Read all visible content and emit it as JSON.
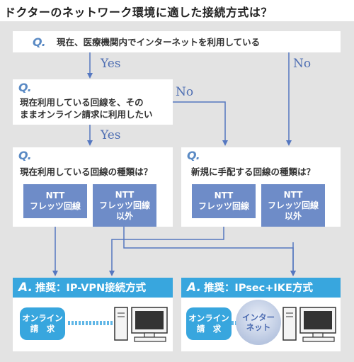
{
  "title": "ドクターのネットワーク環境に適した接続方式は？",
  "q_mark": "Q.",
  "a_mark": "A.",
  "q1": {
    "text": "現在、医療機関内でインターネットを利用している"
  },
  "q2": {
    "line1": "現在利用している回線を、その",
    "line2": "ままオンライン請求に利用したい"
  },
  "q3": {
    "text": "現在利用している回線の種類は？"
  },
  "q4": {
    "text": "新規に手配する回線の種類は？"
  },
  "labels": {
    "yes": "Yes",
    "no": "No"
  },
  "tiles": {
    "ntt_line1": "NTT",
    "ntt_line2": "フレッツ回線",
    "other_line3": "以外"
  },
  "answers": {
    "a1": {
      "label": "推奨：IP-VPN接続方式"
    },
    "a2": {
      "label": "推奨：IPsec+IKE方式"
    }
  },
  "online": {
    "line1": "オンライン",
    "line2": "請　求"
  },
  "internet": {
    "line1": "インター",
    "line2": "ネット"
  },
  "colors": {
    "accent_blue": "#38a6de",
    "tile_blue": "#6e8cc8",
    "arrow_blue": "#5577c0",
    "panel_gray": "#e3e3e3"
  },
  "icons": [
    "desktop-computer-icon",
    "dashed-connection-line"
  ]
}
